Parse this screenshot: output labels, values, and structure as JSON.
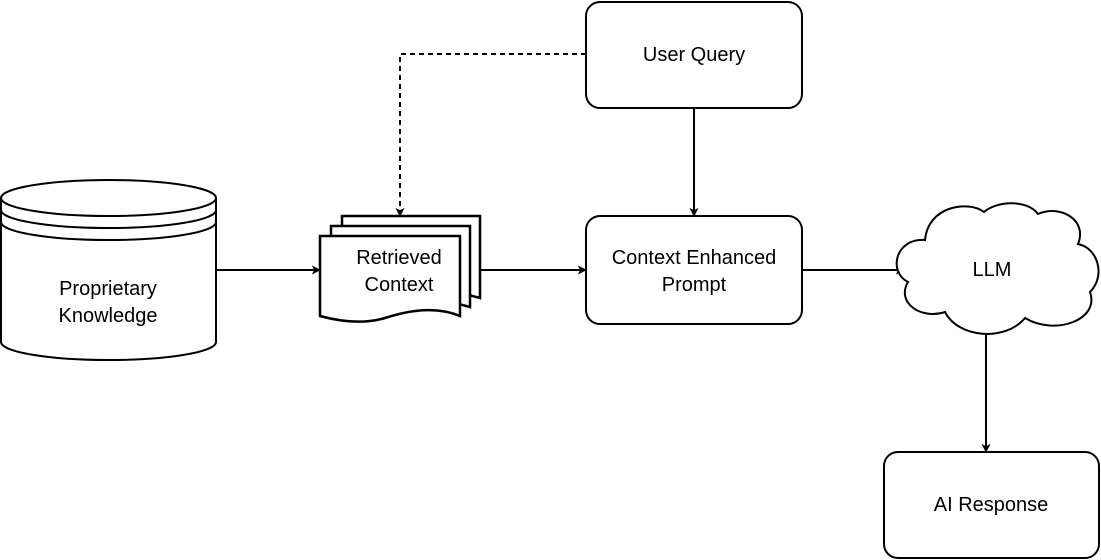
{
  "diagram": {
    "nodes": {
      "user_query": {
        "label": "User Query",
        "shape": "rounded-rectangle"
      },
      "knowledge": {
        "label_line1": "Proprietary",
        "label_line2": "Knowledge",
        "shape": "database-cylinder"
      },
      "retrieved": {
        "label_line1": "Retrieved",
        "label_line2": "Context",
        "shape": "multi-document"
      },
      "prompt": {
        "label_line1": "Context Enhanced",
        "label_line2": "Prompt",
        "shape": "rounded-rectangle"
      },
      "llm": {
        "label": "LLM",
        "shape": "cloud"
      },
      "response": {
        "label": "AI Response",
        "shape": "rounded-rectangle"
      }
    },
    "edges": [
      {
        "from": "user_query",
        "to": "retrieved",
        "style": "dashed"
      },
      {
        "from": "user_query",
        "to": "prompt",
        "style": "solid"
      },
      {
        "from": "knowledge",
        "to": "retrieved",
        "style": "solid"
      },
      {
        "from": "retrieved",
        "to": "prompt",
        "style": "solid"
      },
      {
        "from": "prompt",
        "to": "llm",
        "style": "solid"
      },
      {
        "from": "llm",
        "to": "response",
        "style": "solid"
      }
    ],
    "colors": {
      "stroke": "#000000",
      "fill": "#ffffff",
      "text": "#000000"
    }
  }
}
